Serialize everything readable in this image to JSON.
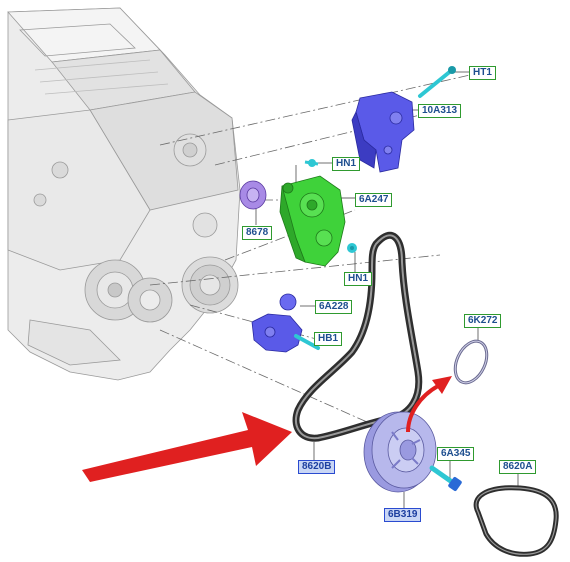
{
  "labels": {
    "ht1": "HT1",
    "a10a313": "10A313",
    "hn1_top": "HN1",
    "a6a247": "6A247",
    "a8678": "8678",
    "hn1_bottom": "HN1",
    "a6a228": "6A228",
    "hb1": "HB1",
    "a6k272": "6K272",
    "a6a345": "6A345",
    "a8620b": "8620B",
    "a6b319": "6B319",
    "a8620a": "8620A"
  },
  "colors": {
    "label_green_border": "#2f9a2f",
    "label_blue_fill": "#c9d6f5",
    "label_text": "#1d3fa0",
    "tensioner_green": "#3fd23a",
    "bracket_blue": "#5a5ae8",
    "pulley_purple": "#a88ae6",
    "damper_lavender": "#b7b8ec",
    "arrow_red": "#e02020",
    "bolt_cyan": "#2ec7d3",
    "belt_dark": "#2e2e2e",
    "engine_gray": "#e6e6e6"
  },
  "icons": [
    "red-arrow-icon",
    "curved-red-arrow-icon"
  ]
}
